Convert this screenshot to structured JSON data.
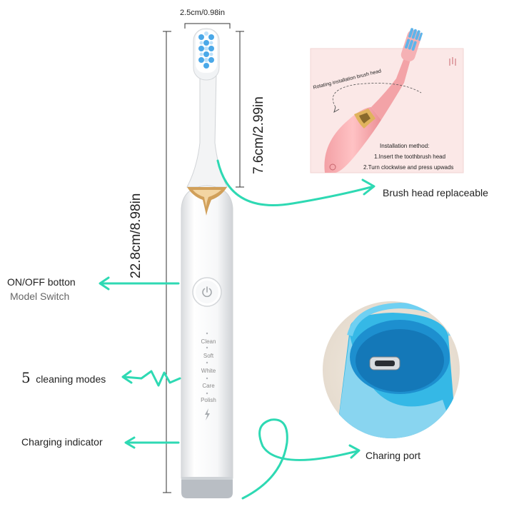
{
  "dimensions": {
    "width": "2.5cm/0.98in",
    "total_height": "22.8cm/8.98in",
    "head_height": "7.6cm/2.99in"
  },
  "callouts": {
    "power_button": "ON/OFF botton",
    "model_switch": "Model Switch",
    "modes_count": "5",
    "modes_text": "cleaning modes",
    "charging_indicator": "Charging indicator",
    "brush_head": "Brush head replaceable",
    "charging_port": "Charing port"
  },
  "modes": [
    "Clean",
    "Soft",
    "White",
    "Care",
    "Polish"
  ],
  "inset": {
    "rotate_text": "Rotating installation brush head",
    "method_title": "Installation method:",
    "step1": "1.Insert the toothbrush head",
    "step2": "2.Turn clockwise and press upwads"
  },
  "colors": {
    "accent": "#2ed9b3",
    "bristle_blue": "#4aa8e8",
    "gold": "#d1a05a",
    "pink": "#f6a9ad",
    "port_cyan": "#35b8e6"
  }
}
